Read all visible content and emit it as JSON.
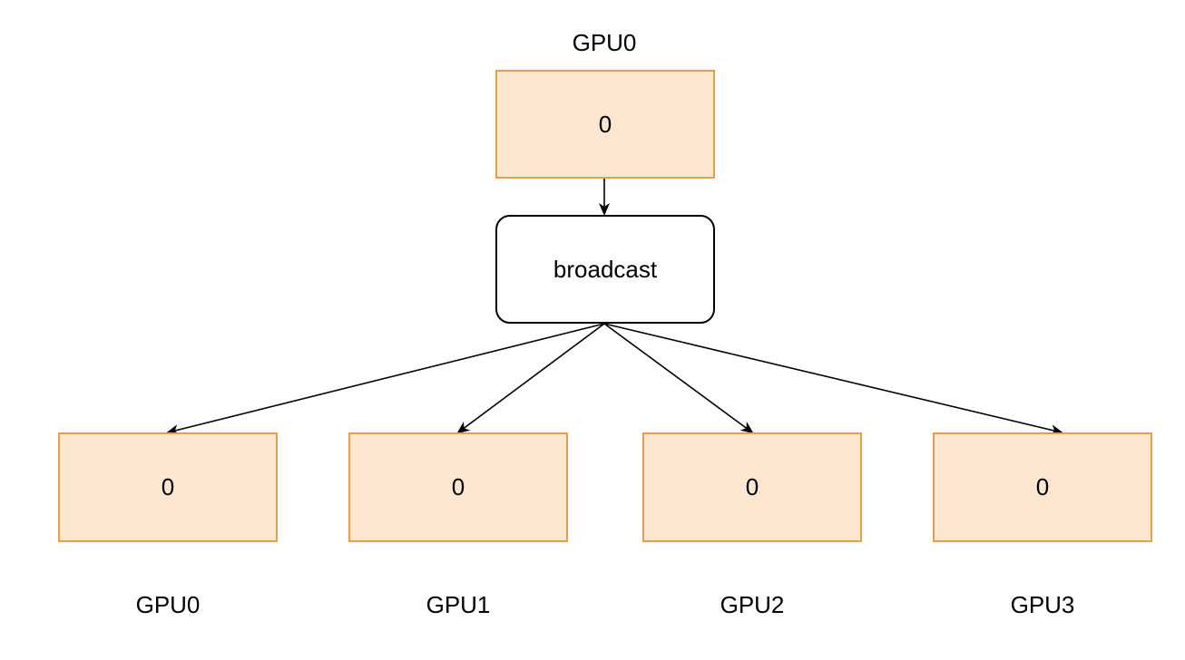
{
  "diagram": {
    "source": {
      "label": "GPU0",
      "value": "0"
    },
    "operation": {
      "label": "broadcast"
    },
    "targets": [
      {
        "label": "GPU0",
        "value": "0"
      },
      {
        "label": "GPU1",
        "value": "0"
      },
      {
        "label": "GPU2",
        "value": "0"
      },
      {
        "label": "GPU3",
        "value": "0"
      }
    ],
    "colors": {
      "buffer_fill": "#fde6cf",
      "buffer_border": "#e0a14a",
      "edge": "#000000"
    }
  }
}
